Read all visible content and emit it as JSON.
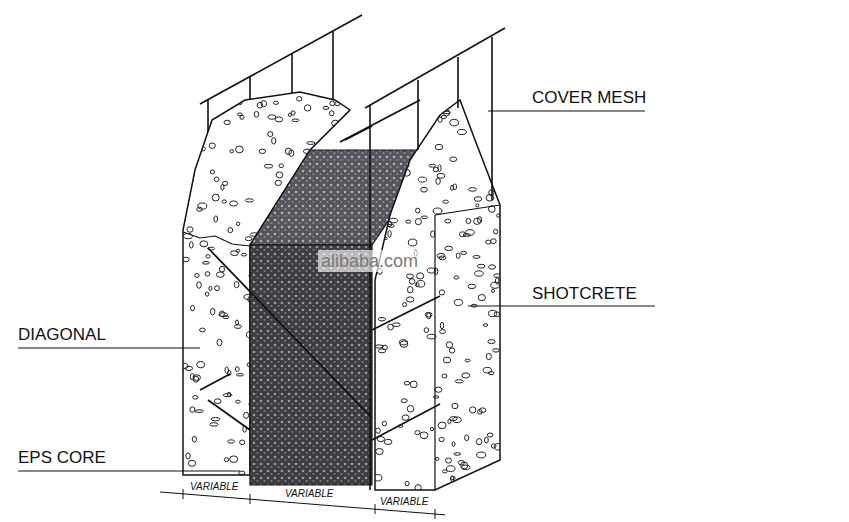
{
  "diagram": {
    "labels": [
      "COVER MESH",
      "SHOTCRETE",
      "DIAGONAL",
      "EPS CORE",
      "VARIABLE",
      "VARIABLE",
      "VARIABLE",
      "alibaba.com"
    ]
  }
}
